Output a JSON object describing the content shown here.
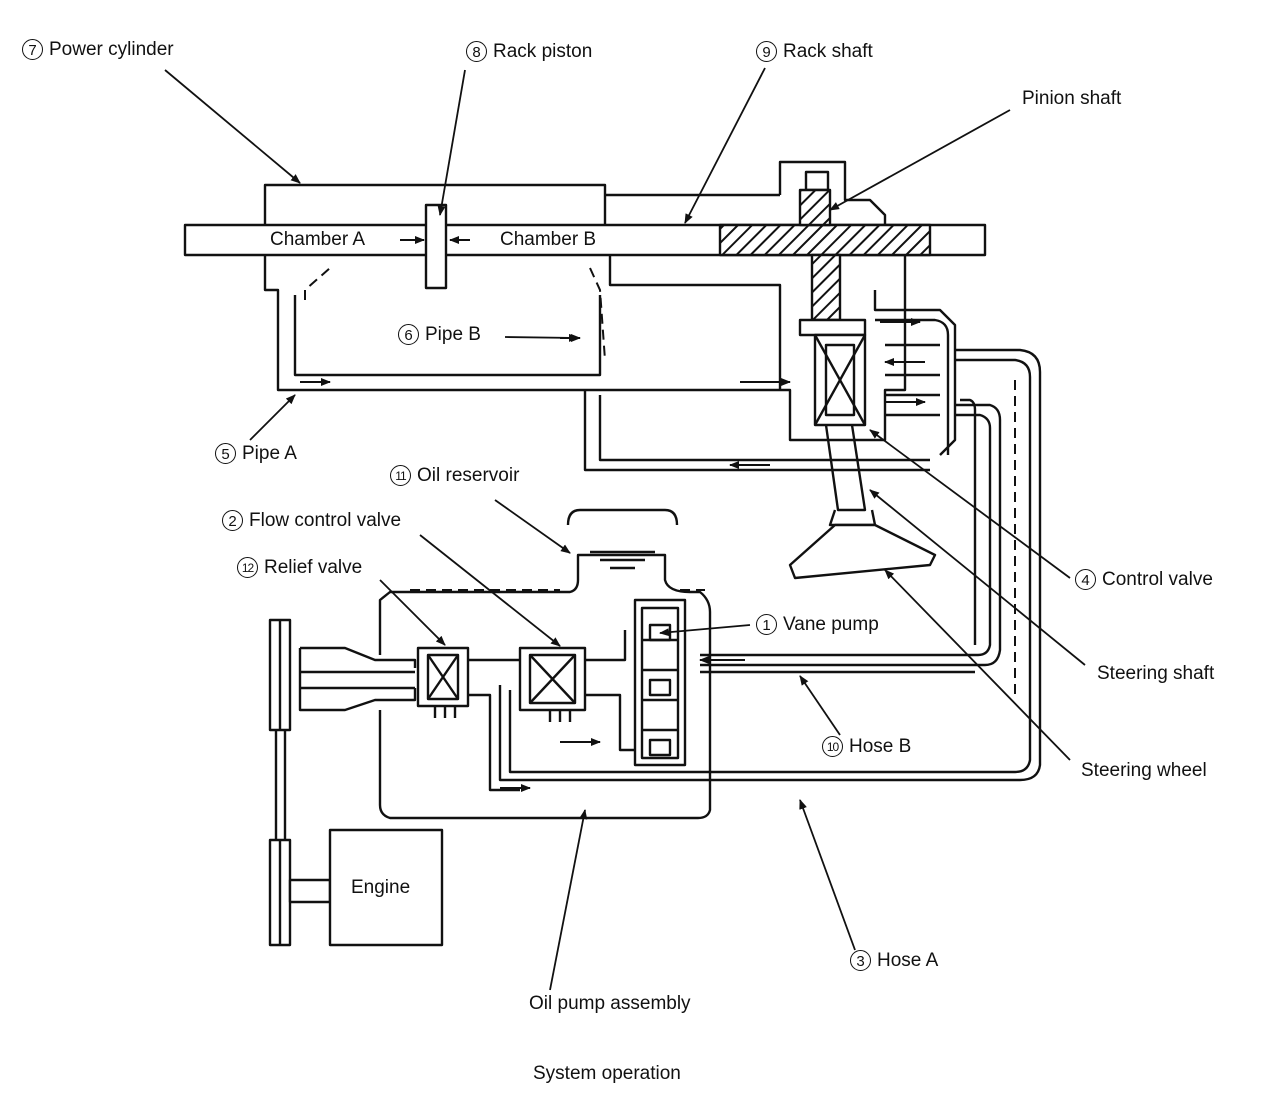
{
  "caption": "System operation",
  "labels": {
    "power_cylinder": {
      "num": "7",
      "text": "Power cylinder"
    },
    "rack_piston": {
      "num": "8",
      "text": "Rack piston"
    },
    "rack_shaft": {
      "num": "9",
      "text": "Rack shaft"
    },
    "pinion_shaft": {
      "num": "",
      "text": "Pinion shaft"
    },
    "pipe_b": {
      "num": "6",
      "text": "Pipe B"
    },
    "pipe_a": {
      "num": "5",
      "text": "Pipe A"
    },
    "oil_reservoir": {
      "num": "11",
      "text": "Oil reservoir"
    },
    "flow_control_valve": {
      "num": "2",
      "text": "Flow control valve"
    },
    "relief_valve": {
      "num": "12",
      "text": "Relief valve"
    },
    "vane_pump": {
      "num": "1",
      "text": "Vane pump"
    },
    "control_valve": {
      "num": "4",
      "text": "Control valve"
    },
    "steering_shaft": {
      "num": "",
      "text": "Steering shaft"
    },
    "hose_b": {
      "num": "10",
      "text": "Hose B"
    },
    "steering_wheel": {
      "num": "",
      "text": "Steering wheel"
    },
    "hose_a": {
      "num": "3",
      "text": "Hose A"
    },
    "oil_pump_assembly": {
      "num": "",
      "text": "Oil pump assembly"
    }
  },
  "inner_text": {
    "chamber_a": "Chamber A",
    "chamber_b": "Chamber B",
    "engine": "Engine"
  }
}
